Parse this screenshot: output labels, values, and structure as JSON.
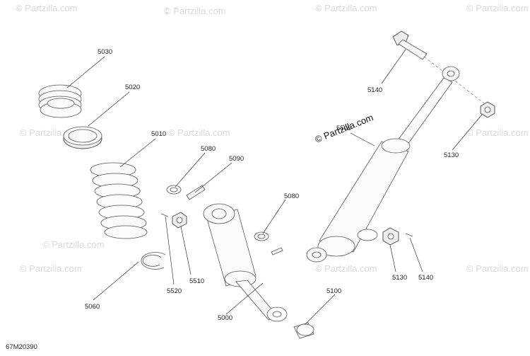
{
  "watermark_text": "© Partzilla.com",
  "diagram_code": "67M20390",
  "callouts": {
    "c5030": "5030",
    "c5020": "5020",
    "c5010": "5010",
    "c5060": "5060",
    "c5080a": "5080",
    "c5090": "5090",
    "c5080b": "5080",
    "c5520": "5520",
    "c5510": "5510",
    "c5000": "5000",
    "c5100": "5100",
    "c5140a": "5140",
    "c5130a": "5130",
    "c5500": "5500",
    "c5130b": "5130",
    "c5140b": "5140"
  }
}
